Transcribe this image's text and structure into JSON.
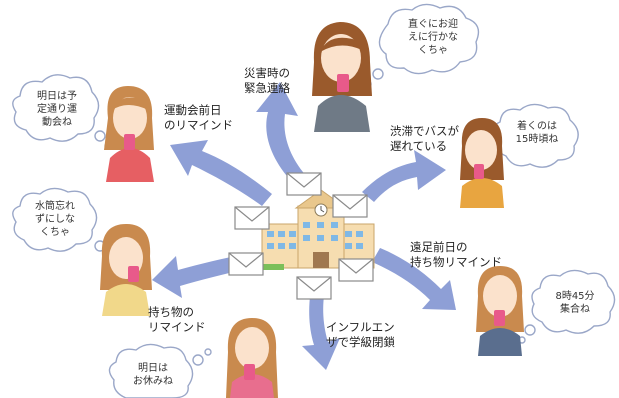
{
  "colors": {
    "arrow": "#8e9fd6",
    "arrow_dark": "#7084c7",
    "school_wall": "#f6ddb0",
    "school_roof": "#e9c78c",
    "window": "#7fb8e6",
    "bubble_stroke": "#9aa7c8",
    "skin": "#fbe2cc",
    "hair_brown": "#9a5a2c",
    "hair_light": "#c98a4e",
    "phone": "#e85a8a"
  },
  "labels": {
    "disaster": "災害時の\n緊急連絡",
    "sports_day": "運動会前日\nのリマインド",
    "traffic": "渋滞でバスが\n遅れている",
    "items": "持ち物の\nリマインド",
    "influenza": "インフルエン\nザで学級閉鎖",
    "excursion": "遠足前日の\n持ち物リマインド"
  },
  "bubbles": {
    "top": "直ぐにお迎\nえに行かな\nくちゃ",
    "upper_left": "明日は予\n定通り運\n動会ね",
    "right": "着くのは\n15時頃ね",
    "left": "水筒忘れ\nずにしな\nくちゃ",
    "bottom_right": "8時45分\n集合ね",
    "bottom": "明日は\nお休みね"
  },
  "icons": [
    "school-icon",
    "envelope-icon",
    "smartphone-icon",
    "woman-icon",
    "thought-bubble-icon",
    "arrow-icon"
  ]
}
